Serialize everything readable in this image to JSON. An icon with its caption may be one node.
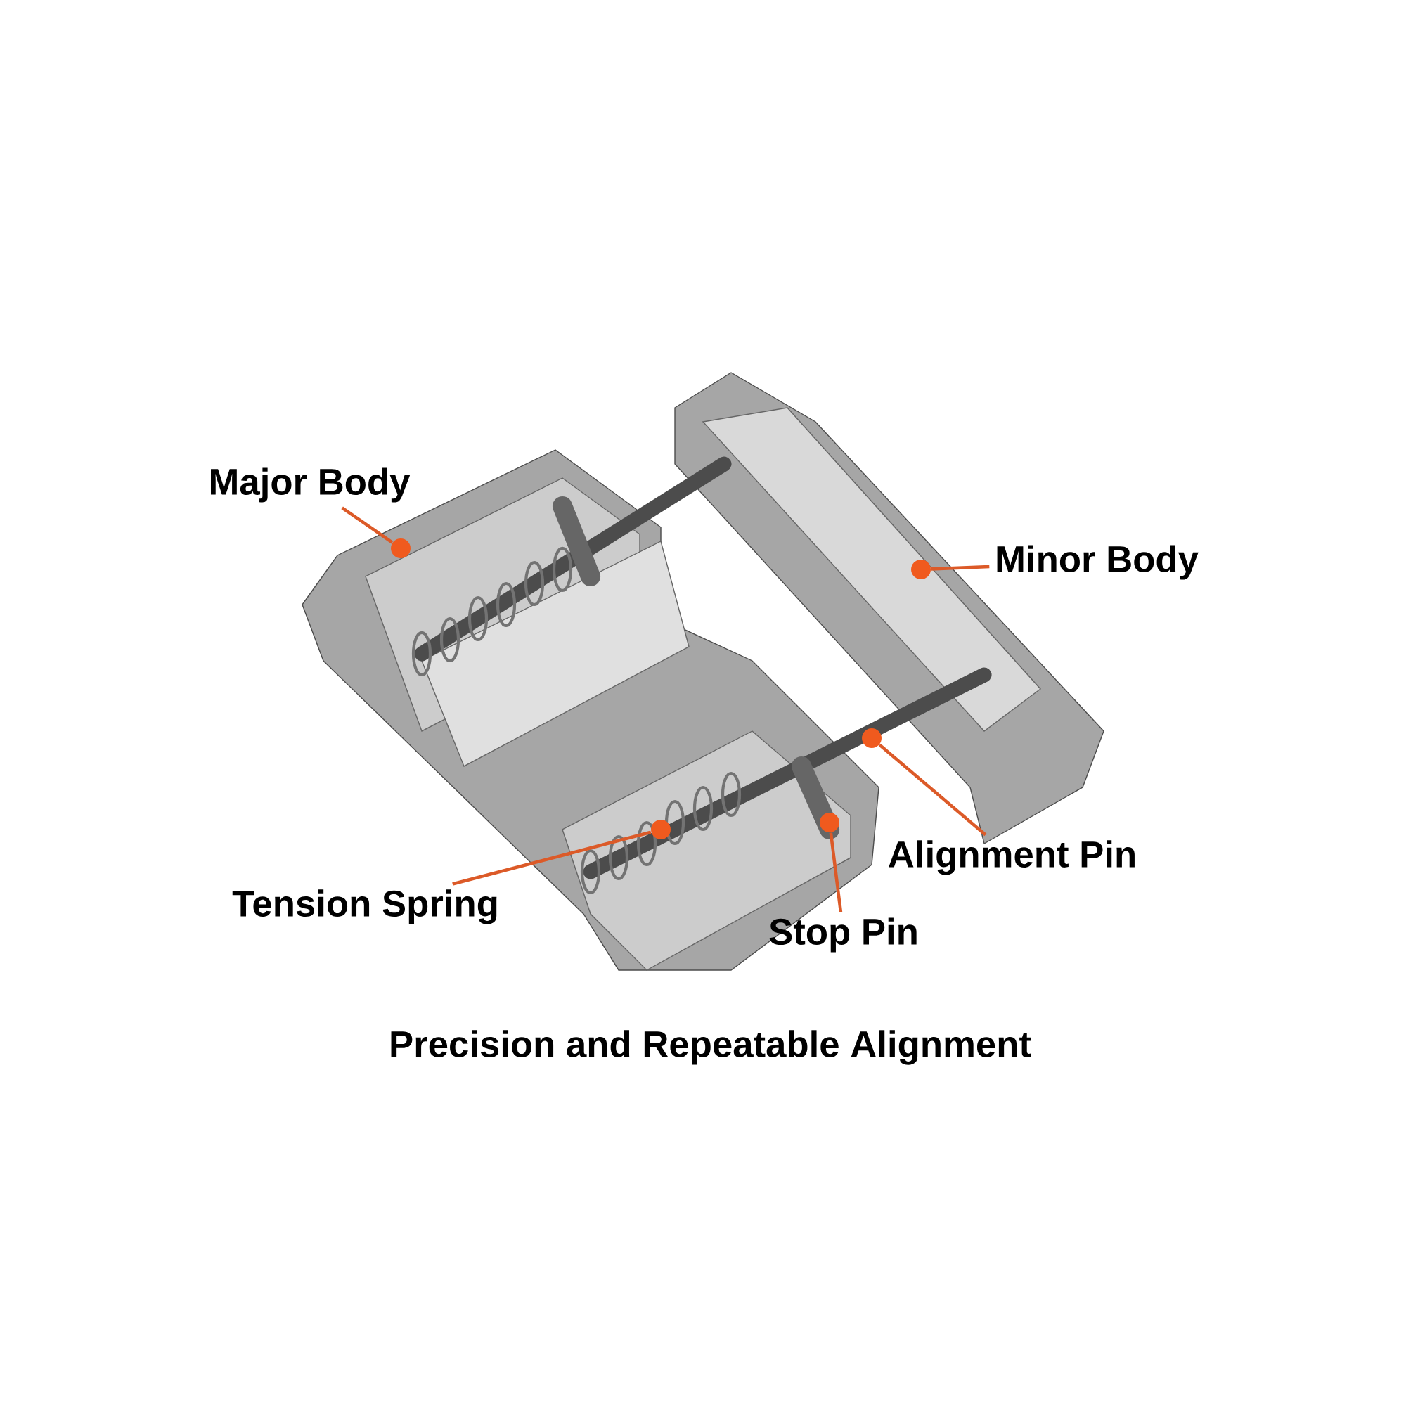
{
  "diagram": {
    "caption": "Precision and Repeatable Alignment",
    "nodes": [
      {
        "text": [
          "Major Body"
        ]
      },
      {
        "text": [
          "Minor Body"
        ]
      },
      {
        "text": [
          "Alignment Pin"
        ]
      },
      {
        "text": [
          "Tension Spring"
        ]
      },
      {
        "text": [
          "Stop Pin"
        ]
      },
      {
        "text": [],
        "shape": "circle"
      },
      {
        "text": [],
        "shape": "circle"
      },
      {
        "text": [],
        "shape": "circle"
      },
      {
        "text": [],
        "shape": "circle"
      },
      {
        "text": [],
        "shape": "circle"
      }
    ],
    "edges": [
      {
        "from": 0,
        "to": 5,
        "arrow": "none"
      },
      {
        "from": 1,
        "to": 6,
        "arrow": "none"
      },
      {
        "from": 2,
        "to": 7,
        "arrow": "none"
      },
      {
        "from": 3,
        "to": 8,
        "arrow": "none"
      },
      {
        "from": 4,
        "to": 9,
        "arrow": "none"
      }
    ]
  }
}
